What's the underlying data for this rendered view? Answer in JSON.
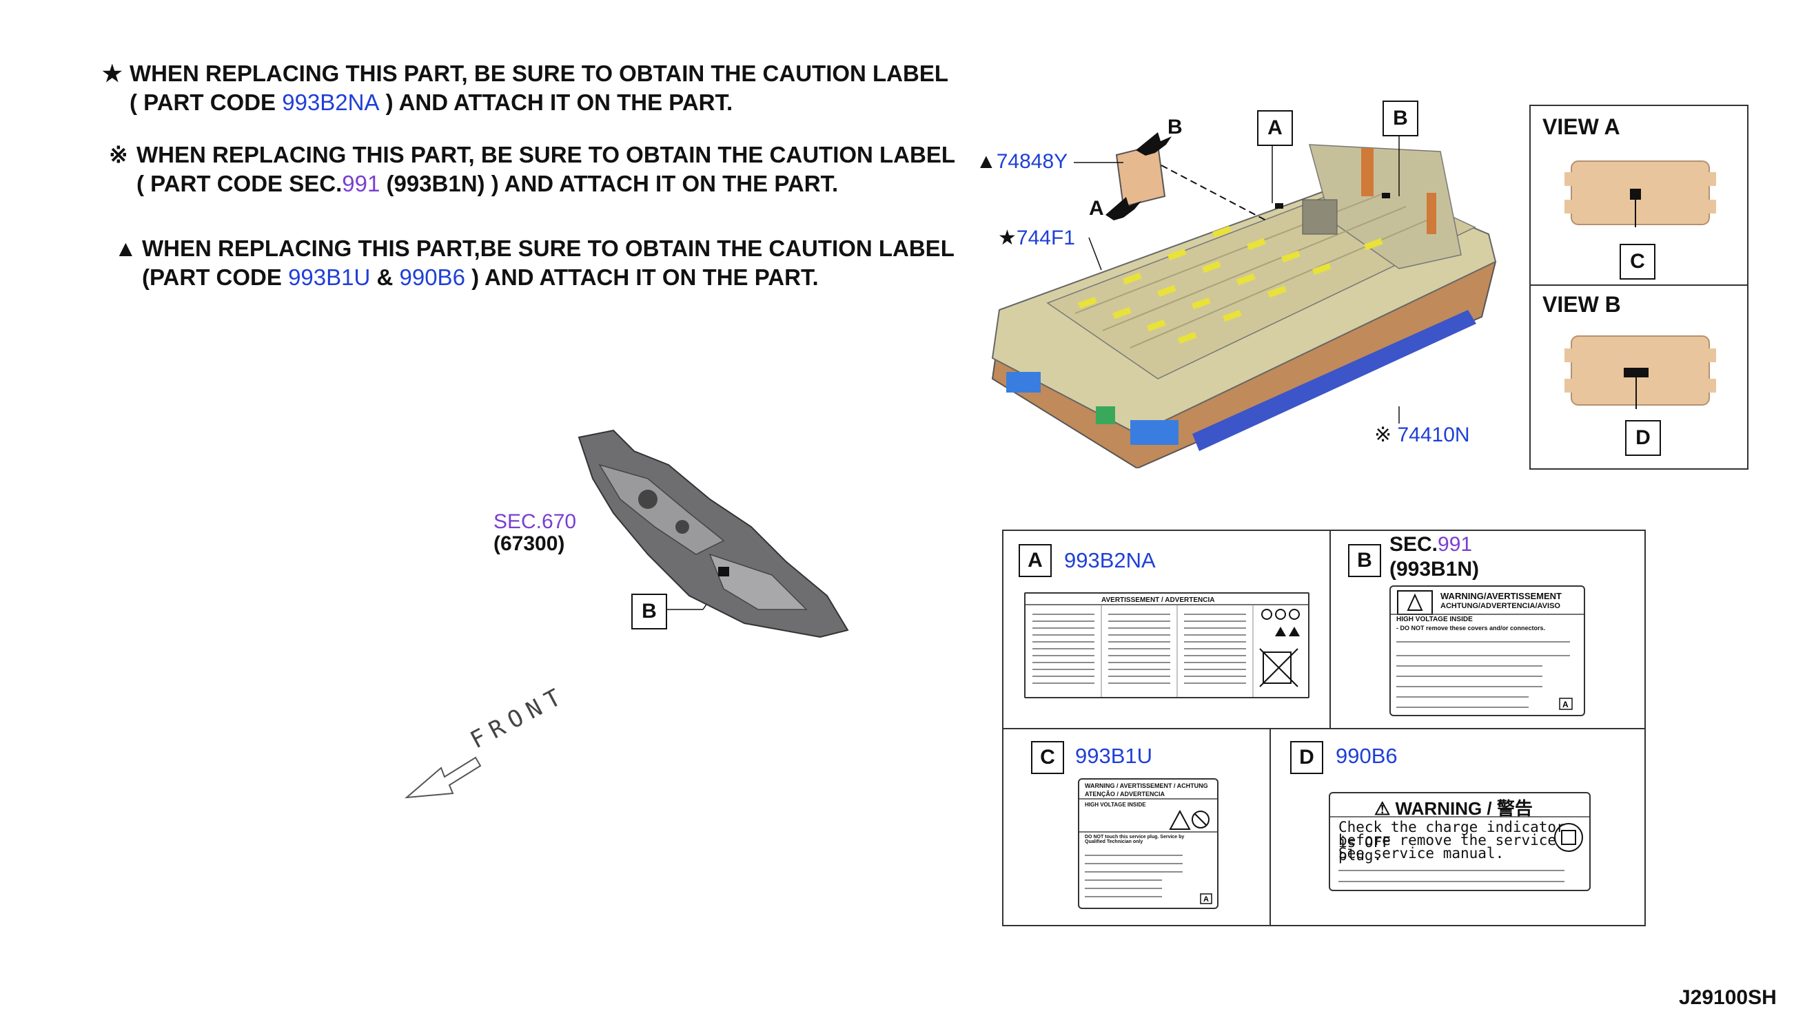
{
  "notes": [
    {
      "symbol": "★",
      "line1": "WHEN REPLACING THIS PART, BE SURE TO OBTAIN THE CAUTION LABEL",
      "line2_pre": "( PART CODE ",
      "code": "993B2NA",
      "line2_post": " ) AND ATTACH IT ON THE PART."
    },
    {
      "symbol": "※",
      "line1": "WHEN REPLACING THIS PART, BE SURE TO OBTAIN THE CAUTION LABEL",
      "line2_pre": "( PART CODE SEC.",
      "code": "991",
      "line2_mid": "  (993B1N) ) AND ATTACH IT ON THE PART."
    },
    {
      "symbol": "▲",
      "line1": "WHEN REPLACING THIS PART,BE SURE TO OBTAIN THE CAUTION LABEL",
      "line2_pre": "(PART CODE  ",
      "code1": "993B1U",
      "amp": "  &  ",
      "code2": "990B6",
      "line2_post": " ) AND ATTACH IT ON THE PART."
    }
  ],
  "callouts": {
    "c74848y": {
      "sym": "▲",
      "code": "74848Y"
    },
    "c744f1": {
      "sym": "★",
      "code": "744F1"
    },
    "c74410n": {
      "sym": "※",
      "code": "74410N"
    },
    "sec670": {
      "line1": "SEC.670",
      "line2": "(67300)"
    }
  },
  "arrows": {
    "a": "A",
    "b": "B"
  },
  "box_labels": {
    "a": "A",
    "b": "B",
    "c": "C",
    "d": "D"
  },
  "views": {
    "view_a": "VIEW A",
    "view_b": "VIEW B"
  },
  "labels_panel": {
    "a_code": "993B2NA",
    "b_sec": "SEC.",
    "b_sec_num": "991",
    "b_code": "(993B1N)",
    "c_code": "993B1U",
    "d_code": "990B6"
  },
  "label_b": {
    "header": "WARNING/AVERTISSEMENT",
    "header2": "ACHTUNG/ADVERTENCIA/AVISO",
    "sub": "HIGH VOLTAGE INSIDE",
    "line": "- DO NOT remove these covers and/or connectors."
  },
  "label_c": {
    "header": "WARNING / AVERTISSEMENT / ACHTUNG",
    "header2": "ATENÇÃO / ADVERTENCIA",
    "sub": "HIGH VOLTAGE INSIDE",
    "line": "DO NOT touch this service plug. Service by Qualified Technician only"
  },
  "label_d": {
    "title": "WARNING / 警告",
    "line1": "Check the charge indicator is OFF",
    "line2": "before remove the service plug.",
    "line3": "See service manual."
  },
  "label_a": {
    "header": "AVERTISSEMENT / ADVERTENCIA"
  },
  "front": "FRONT",
  "diagram_id": "J29100SH",
  "colors": {
    "blue": "#1f3fd6",
    "purple": "#7a3fd0",
    "tray": "#d6cfa4",
    "accent_yellow": "#e8e23a",
    "cover": "#e6b98e"
  }
}
